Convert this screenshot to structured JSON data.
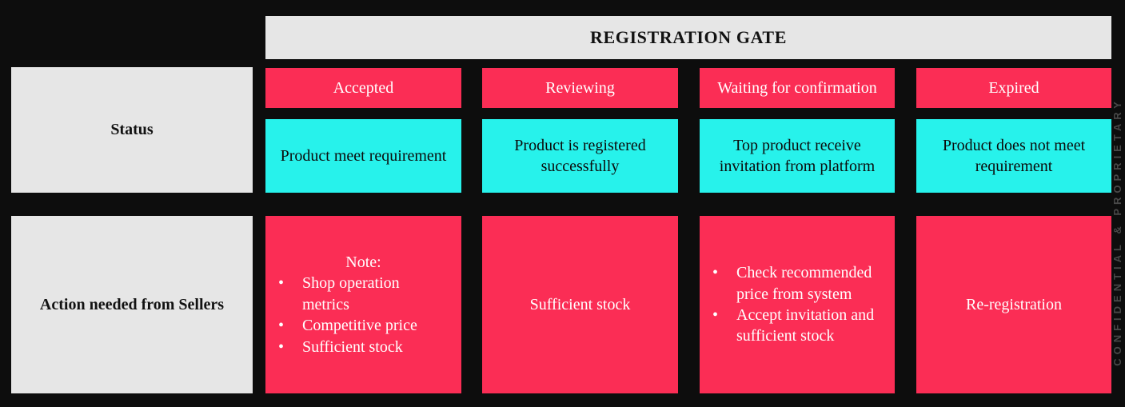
{
  "page": {
    "watermark": "CONFIDENTIAL & PROPRIETARY",
    "colors": {
      "background": "#0D0D0D",
      "pink": "#FB2D55",
      "cyan": "#27F2EB",
      "gray": "#E6E6E6"
    }
  },
  "header": {
    "title": "REGISTRATION GATE"
  },
  "row_labels": {
    "status": "Status",
    "action": "Action needed from Sellers"
  },
  "columns": [
    {
      "status": "Accepted",
      "description": "Product meet requirement",
      "action": {
        "note_title": "Note:",
        "bullets": [
          "Shop operation metrics",
          "Competitive price",
          "Sufficient stock"
        ]
      }
    },
    {
      "status": "Reviewing",
      "description": "Product is registered successfully",
      "action": {
        "text": "Sufficient stock"
      }
    },
    {
      "status": "Waiting for confirmation",
      "description": "Top product receive invitation from platform",
      "action": {
        "bullets": [
          "Check recommended price from system",
          "Accept invitation and sufficient stock"
        ]
      }
    },
    {
      "status": "Expired",
      "description": "Product does not meet requirement",
      "action": {
        "text": "Re-registration"
      }
    }
  ]
}
